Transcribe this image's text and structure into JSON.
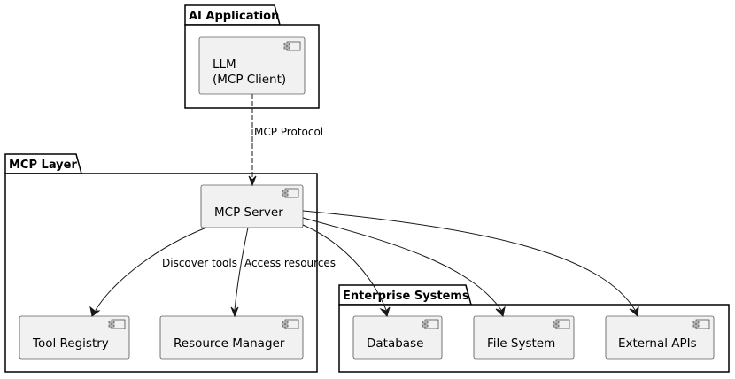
{
  "packages": {
    "ai_app": {
      "title": "AI Application"
    },
    "mcp_layer": {
      "title": "MCP Layer"
    },
    "enterprise": {
      "title": "Enterprise Systems"
    }
  },
  "components": {
    "llm": {
      "line1": "LLM",
      "line2": "(MCP Client)"
    },
    "mcp_server": {
      "label": "MCP Server"
    },
    "tool_registry": {
      "label": "Tool Registry"
    },
    "resource_manager": {
      "label": "Resource Manager"
    },
    "database": {
      "label": "Database"
    },
    "file_system": {
      "label": "File System"
    },
    "external_apis": {
      "label": "External APIs"
    }
  },
  "edges": {
    "mcp_protocol": "MCP Protocol",
    "discover_tools": "Discover tools",
    "access_resources": "Access resources"
  }
}
